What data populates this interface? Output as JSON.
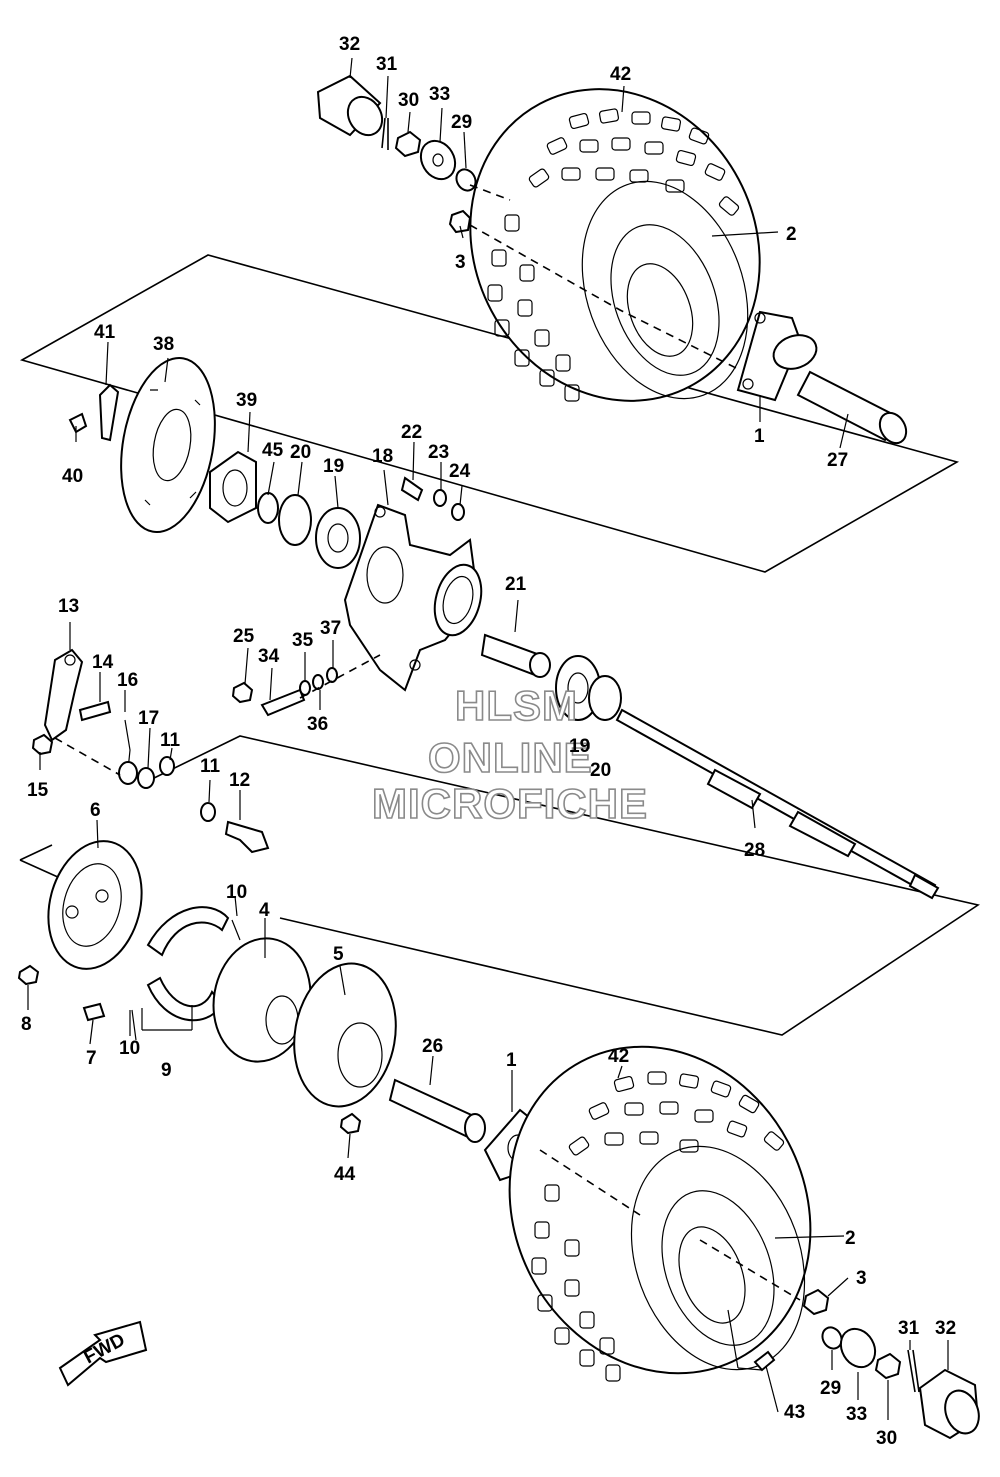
{
  "diagram": {
    "callouts": [
      "1",
      "2",
      "3",
      "4",
      "5",
      "6",
      "7",
      "8",
      "9",
      "10",
      "11",
      "12",
      "13",
      "14",
      "15",
      "16",
      "17",
      "18",
      "19",
      "20",
      "21",
      "22",
      "23",
      "24",
      "25",
      "26",
      "27",
      "28",
      "29",
      "30",
      "31",
      "32",
      "33",
      "34",
      "35",
      "36",
      "37",
      "38",
      "39",
      "40",
      "41",
      "42",
      "43",
      "44",
      "45"
    ],
    "watermark": {
      "line1": "HLSM",
      "line2": "ONLINE",
      "line3": "MICROFICHE"
    },
    "direction_badge": "FWD"
  }
}
